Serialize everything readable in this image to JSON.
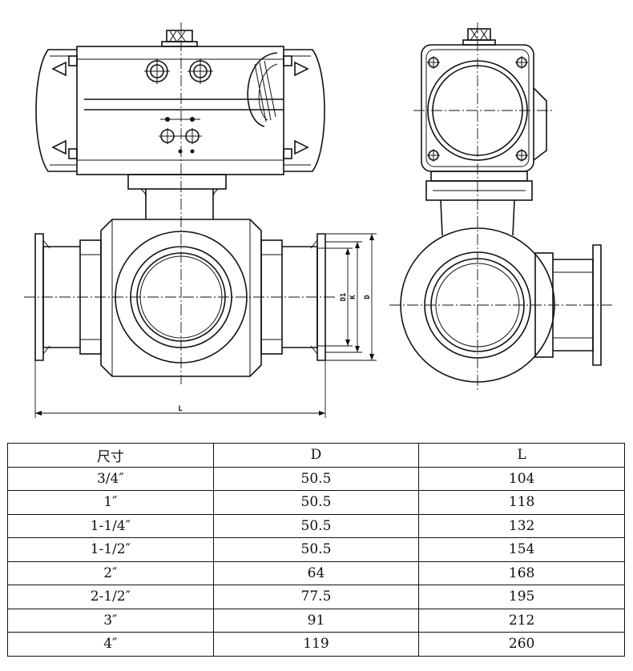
{
  "dimension_labels": {
    "d1": "D1",
    "k": "K",
    "d": "D",
    "l": "L"
  },
  "table": {
    "headers": [
      "尺寸",
      "D",
      "L"
    ],
    "rows": [
      [
        "3/4″",
        "50.5",
        "104"
      ],
      [
        "1″",
        "50.5",
        "118"
      ],
      [
        "1-1/4″",
        "50.5",
        "132"
      ],
      [
        "1-1/2″",
        "50.5",
        "154"
      ],
      [
        "2″",
        "64",
        "168"
      ],
      [
        "2-1/2″",
        "77.5",
        "195"
      ],
      [
        "3″",
        "91",
        "212"
      ],
      [
        "4″",
        "119",
        "260"
      ]
    ]
  }
}
